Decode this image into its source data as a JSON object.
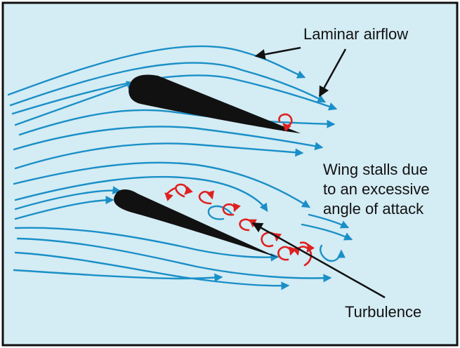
{
  "diagram": {
    "colors": {
      "background": "#d4ecf4",
      "frame": "#111111",
      "airflow": "#1a8fc7",
      "turbulence": "#e02020",
      "wing": "#111111"
    },
    "labels": {
      "laminar": "Laminar airflow",
      "stall_line1": "Wing stalls due",
      "stall_line2": "to an excessive",
      "stall_line3": "angle of attack",
      "turbulence": "Turbulence"
    }
  }
}
